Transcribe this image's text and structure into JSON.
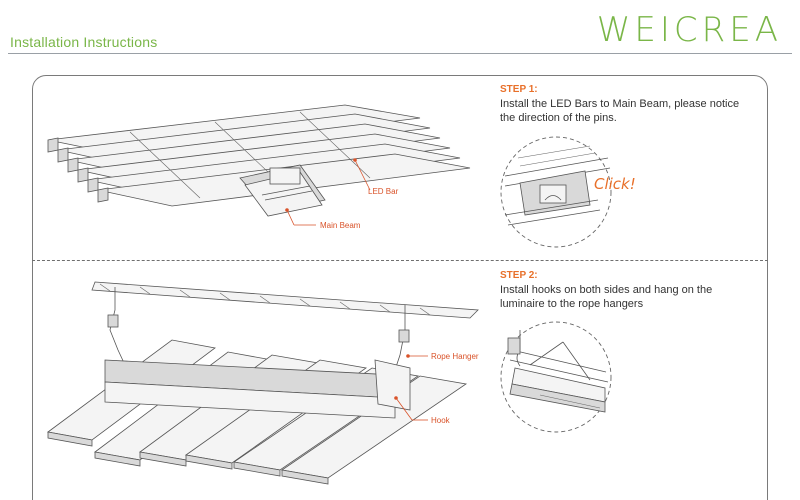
{
  "header": {
    "title": "Installation Instructions",
    "brand": "WEICREA"
  },
  "steps": [
    {
      "title": "STEP 1:",
      "text": "Install the LED Bars to Main Beam, please notice the direction of the pins.",
      "callouts": {
        "led_bar": "LED Bar",
        "main_beam": "Main Beam"
      },
      "detail_label": "Click!"
    },
    {
      "title": "STEP 2:",
      "text": "Install hooks on both sides and hang on the luminaire to the rope hangers",
      "callouts": {
        "rope_hanger": "Rope Hanger",
        "hook": "Hook"
      }
    }
  ],
  "colors": {
    "brand": "#7ab648",
    "accent": "#e8702a",
    "callout": "#d9532a"
  }
}
